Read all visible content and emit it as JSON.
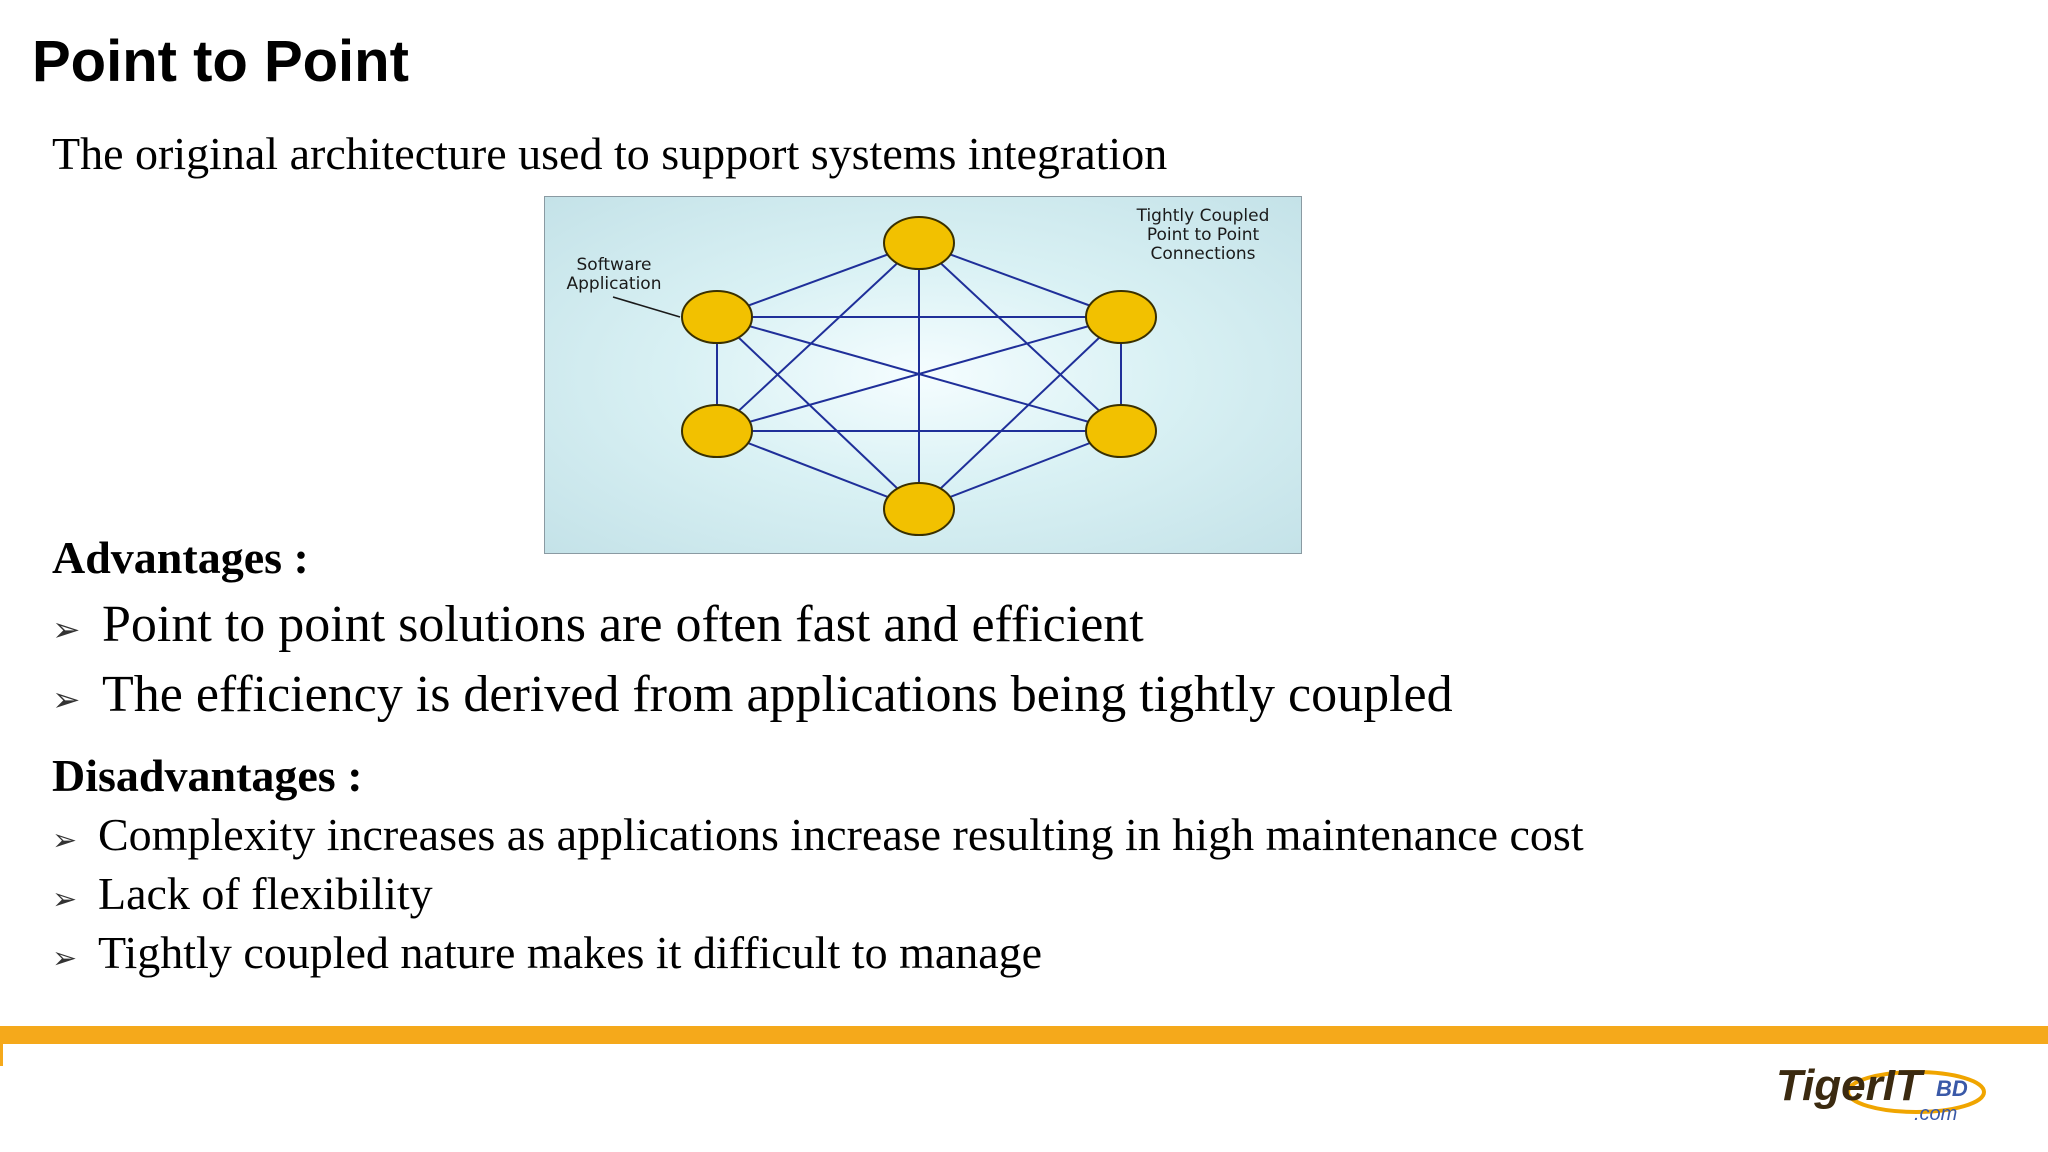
{
  "title": "Point to Point",
  "subtitle": "The original architecture used to support systems integration",
  "diagram": {
    "label_application": [
      "Software",
      "Application"
    ],
    "label_coupled": [
      "Tightly Coupled",
      "Point to Point",
      "Connections"
    ],
    "node_color": "#f2c100",
    "node_border": "#3a3000",
    "edge_color": "#1f2f99",
    "node_count": 6
  },
  "advantages": {
    "heading": "Advantages :",
    "items": [
      "Point to point solutions are often fast and efficient",
      "The efficiency is derived from applications being tightly coupled"
    ]
  },
  "disadvantages": {
    "heading": "Disadvantages :",
    "items": [
      "Complexity increases as applications increase resulting in high maintenance cost",
      "Lack of flexibility",
      "Tightly coupled nature makes it difficult to manage"
    ]
  },
  "bullet_symbol": "➢",
  "footer": {
    "bar_color": "#f5a91b",
    "logo_text": "TigerIT",
    "logo_suffix": "BD",
    "logo_domain": ".com"
  }
}
